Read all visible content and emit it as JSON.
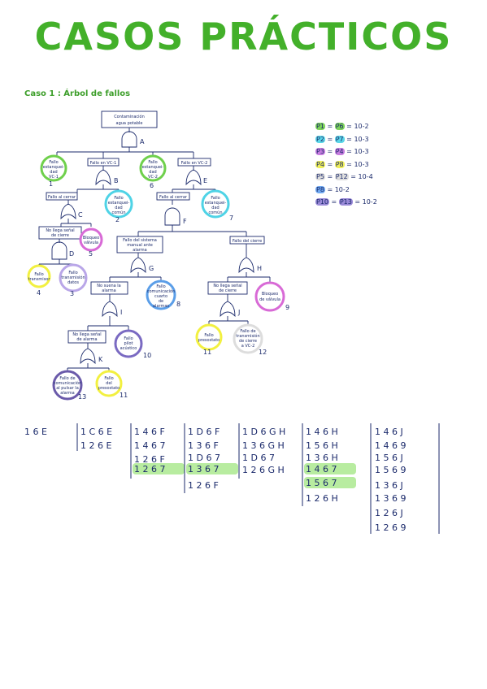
{
  "title": "CASOS PRÁCTICOS",
  "subtitle": "Caso 1 : Árbol de fallos",
  "tree": {
    "top": [
      "Contaminación",
      "agua potable"
    ],
    "gates": {
      "A": "A",
      "B": "B",
      "C": "C",
      "D": "D",
      "E": "E",
      "F": "F",
      "G": "G",
      "H": "H",
      "I": "I",
      "J": "J",
      "K": "K"
    },
    "events": {
      "ve_b": "Fallo en VC-1",
      "ve_e": "Fallo en VC-2",
      "ve_c": "Fallo al cerrar",
      "ve_f": "Fallo al cerrar",
      "ve_d": [
        "No llega señal",
        "de cierre"
      ],
      "ve_g": [
        "Fallo del sistema",
        "manual ante",
        "alarma"
      ],
      "ve_h": "Fallo del cierre",
      "ve_i": [
        "No suena la",
        "alarma"
      ],
      "ve_j": [
        "No llega señal",
        "de cierre"
      ],
      "ve_k": [
        "No llega señal",
        "de alarma"
      ]
    },
    "basic": {
      "b1": [
        "Fallo",
        "estanquei-",
        "dad",
        "VC-1"
      ],
      "b6": [
        "Fallo",
        "estanquei-",
        "dad",
        "VC-2"
      ],
      "b2": [
        "Fallo",
        "estanquei-",
        "dad",
        "común"
      ],
      "b7": [
        "Fallo",
        "estanquei-",
        "dad",
        "común"
      ],
      "b5": [
        "Bloqueo",
        "válvula"
      ],
      "b4": [
        "Fallo",
        "transmisor"
      ],
      "b3": [
        "Fallo",
        "transmisión",
        "datos"
      ],
      "b8": [
        "Fallo",
        "comunicación",
        "cuarto",
        "de",
        "alarmas"
      ],
      "b9": [
        "Bloqueo",
        "de válvula"
      ],
      "b10": [
        "Fallo",
        "pilot",
        "acústico"
      ],
      "b11": [
        "Fallo",
        "presostato"
      ],
      "b12": [
        "Fallo de",
        "transmisión",
        "de cierre",
        "a VC-2"
      ],
      "b13": [
        "Fallo de",
        "comunicación",
        "al pulsar la",
        "alarma"
      ],
      "b11k": [
        "Fallo",
        "del",
        "presostato"
      ]
    },
    "numbers": {
      "n1": "1",
      "n6": "6",
      "n2": "2",
      "n7": "7",
      "n5": "5",
      "n4": "4",
      "n3": "3",
      "n8": "8",
      "n9": "9",
      "n10": "10",
      "n11": "11",
      "n12": "12",
      "n13": "13",
      "n11k": "11"
    }
  },
  "probabilities": [
    {
      "p1": "P1",
      "p2": "P6",
      "value": "10-2",
      "color": "#7dd35a"
    },
    {
      "p1": "P2",
      "p2": "P7",
      "value": "10-3",
      "color": "#5ad6e8"
    },
    {
      "p1": "P3",
      "p2": "P4",
      "value": "10-3",
      "color": "#c77de0"
    },
    {
      "p1": "P4",
      "p2": "P8",
      "value": "10-3",
      "color": "#f0f05a"
    },
    {
      "p1": "P5",
      "p2": "P12",
      "value": "10-4",
      "color": "#dddddd"
    },
    {
      "p1": "P8",
      "p2": "",
      "value": "10-2",
      "color": "#6fa8f0"
    },
    {
      "p1": "P10",
      "p2": "P13",
      "value": "10-2",
      "color": "#9a8ad8"
    }
  ],
  "cutsets": {
    "col0": [
      "1 6 E",
      "",
      "",
      "",
      "",
      "",
      "",
      ""
    ],
    "col1": [
      "1 C 6 E",
      "1 2 6 E",
      "",
      "",
      "",
      "",
      "",
      ""
    ],
    "col2": [
      "1 4 6 F",
      "1 4 6 7",
      "1 2 6 F",
      "1 2 6 7",
      "",
      "",
      "",
      ""
    ],
    "col3": [
      "1 D 6 F",
      "1 3 6 F",
      "1 D 6 7",
      "1 3 6 7",
      "1 2 6 F",
      "",
      "",
      ""
    ],
    "col4": [
      "1 D 6 G H",
      "1 3 6 G H",
      "1 D 6 7",
      "1 2 6 G H",
      "",
      "",
      "",
      ""
    ],
    "col5": [
      "1 4 6 H",
      "1 5 6 H",
      "1 3 6 H",
      "1 4 6 7",
      "1 5 6 7",
      "1 2 6 H",
      "",
      ""
    ],
    "col6": [
      "1 4 6 J",
      "1 4 6 9",
      "1 5 6 J",
      "1 5 6 9",
      "1 3 6 J",
      "1 3 6 9",
      "1 2 6 J",
      "1 2 6 9"
    ]
  }
}
